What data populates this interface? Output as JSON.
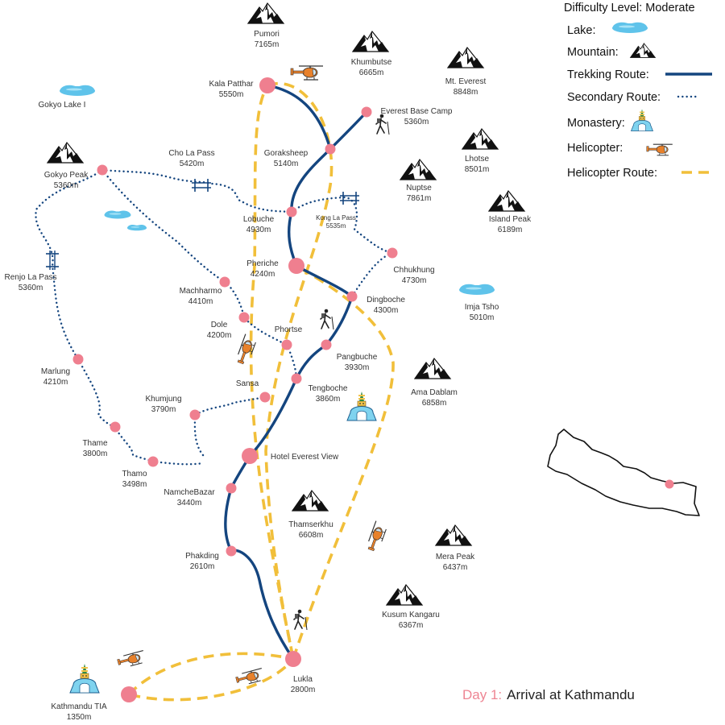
{
  "legend": {
    "difficulty": "Difficulty Level: Moderate",
    "lake": "Lake:",
    "mountain": "Mountain:",
    "trekking_route": "Trekking Route:",
    "secondary_route": "Secondary Route:",
    "monastery": "Monastery:",
    "helicopter": "Helicopter:",
    "helicopter_route": "Helicopter Route:"
  },
  "colors": {
    "trekking_route": "#14457f",
    "secondary_route": "#14457f",
    "helicopter_route": "#f1bf3a",
    "node": "#ef7f8f",
    "lake": "#5fc3ea",
    "day_highlight": "#ee8593"
  },
  "day_caption": {
    "prefix": "Day 1:",
    "text": "Arrival at Kathmandu"
  },
  "mountains": [
    {
      "name": "Pumori",
      "elev": "7165m"
    },
    {
      "name": "Khumbutse",
      "elev": "6665m"
    },
    {
      "name": "Mt. Everest",
      "elev": "8848m"
    },
    {
      "name": "Lhotse",
      "elev": "8501m"
    },
    {
      "name": "Nuptse",
      "elev": "7861m"
    },
    {
      "name": "Island Peak",
      "elev": "6189m"
    },
    {
      "name": "Gokyo Peak",
      "elev": "5360m"
    },
    {
      "name": "Ama Dablam",
      "elev": "6858m"
    },
    {
      "name": "Thamserkhu",
      "elev": "6608m"
    },
    {
      "name": "Mera Peak",
      "elev": "6437m"
    },
    {
      "name": "Kusum Kangaru",
      "elev": "6367m"
    }
  ],
  "lakes": [
    {
      "name": "Gokyo Lake I"
    },
    {
      "name": "Imja Tsho",
      "elev": "5010m"
    }
  ],
  "passes": [
    {
      "name": "Cho La Pass",
      "elev": "5420m"
    },
    {
      "name": "Kong La Pass",
      "elev": "5535m"
    },
    {
      "name": "Renjo La Pass",
      "elev": "5360m"
    }
  ],
  "places": [
    {
      "name": "Kala Patthar",
      "elev": "5550m"
    },
    {
      "name": "Everest Base Camp",
      "elev": "5360m"
    },
    {
      "name": "Goraksheep",
      "elev": "5140m"
    },
    {
      "name": "Lobuche",
      "elev": "4930m"
    },
    {
      "name": "Pheriche",
      "elev": "4240m"
    },
    {
      "name": "Chhukhung",
      "elev": "4730m"
    },
    {
      "name": "Dingboche",
      "elev": "4300m"
    },
    {
      "name": "Machharmo",
      "elev": "4410m"
    },
    {
      "name": "Dole",
      "elev": "4200m"
    },
    {
      "name": "Phortse",
      "elev": ""
    },
    {
      "name": "Pangbuche",
      "elev": "3930m"
    },
    {
      "name": "Marlung",
      "elev": "4210m"
    },
    {
      "name": "Sansa",
      "elev": ""
    },
    {
      "name": "Tengboche",
      "elev": "3860m"
    },
    {
      "name": "Khumjung",
      "elev": "3790m"
    },
    {
      "name": "Thame",
      "elev": "3800m"
    },
    {
      "name": "Hotel Everest View",
      "elev": ""
    },
    {
      "name": "Thamo",
      "elev": "3498m"
    },
    {
      "name": "NamcheBazar",
      "elev": "3440m"
    },
    {
      "name": "Phakding",
      "elev": "2610m"
    },
    {
      "name": "Lukla",
      "elev": "2800m"
    },
    {
      "name": "Kathmandu TIA",
      "elev": "1350m"
    }
  ]
}
